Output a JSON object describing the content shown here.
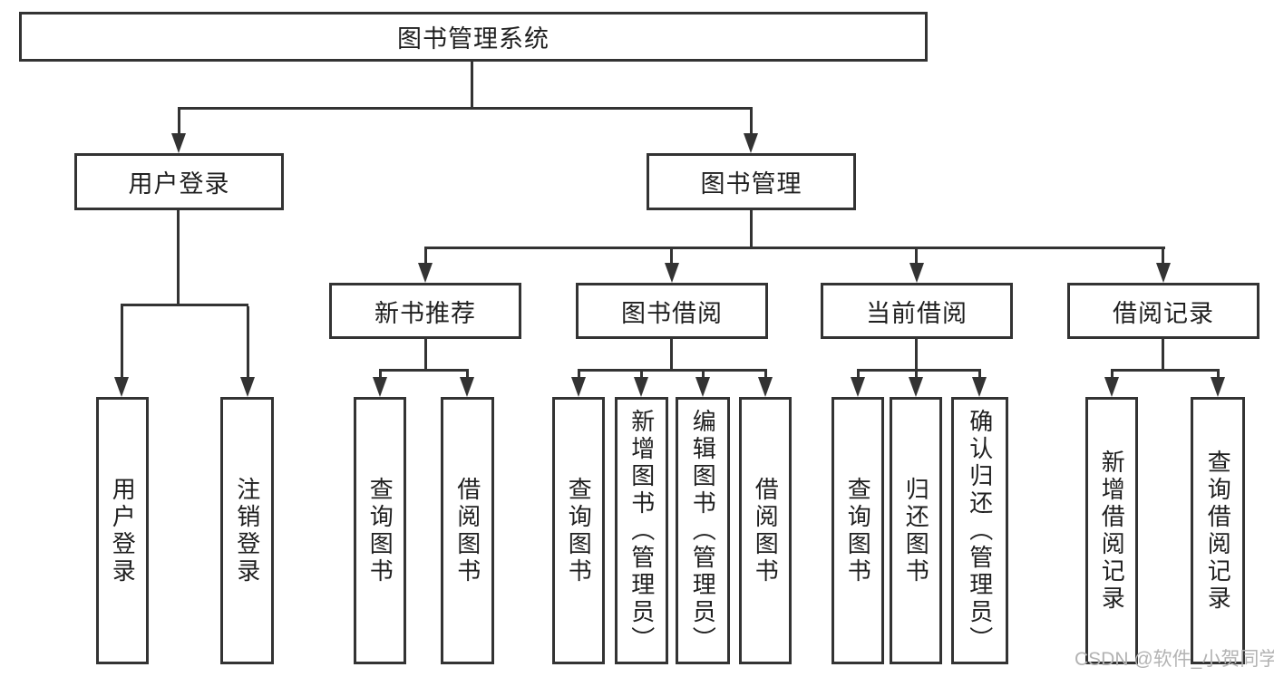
{
  "title": {
    "root": "图书管理系统"
  },
  "level2": {
    "user_login": "用户登录",
    "book_mgmt": "图书管理"
  },
  "level3": {
    "new_books": "新书推荐",
    "book_borrow": "图书借阅",
    "current_borrow": "当前借阅",
    "borrow_records": "借阅记录"
  },
  "leaves": {
    "user_login": [
      "用户登录",
      "注销登录"
    ],
    "new_books": [
      "查询图书",
      "借阅图书"
    ],
    "book_borrow": [
      "查询图书",
      "新增图书（管理员）",
      "编辑图书（管理员）",
      "借阅图书"
    ],
    "current_borrow": [
      "查询图书",
      "归还图书",
      "确认归还（管理员）"
    ],
    "borrow_records": [
      "新增借阅记录",
      "查询借阅记录"
    ]
  },
  "watermark": "CSDN @软件_小贺同学",
  "colors": {
    "line": "#333333",
    "text": "#1f1f1f",
    "watermark": "#b3b3b3",
    "background": "#ffffff"
  }
}
